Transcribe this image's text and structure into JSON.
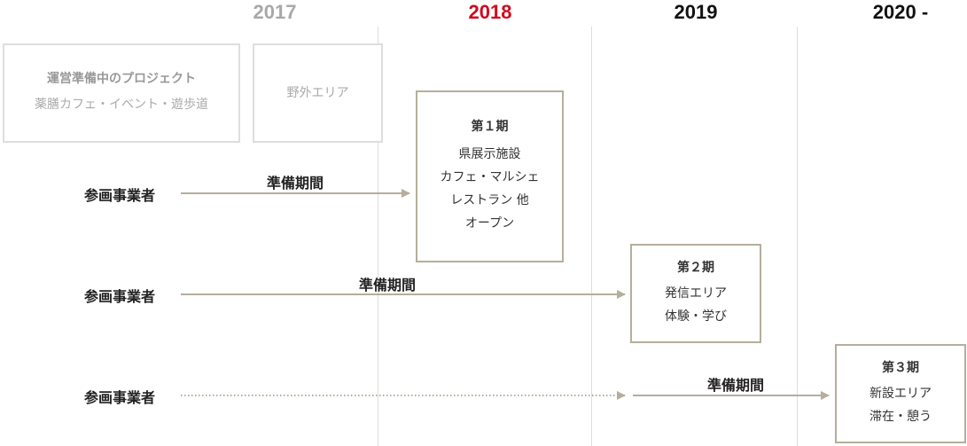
{
  "years": [
    "2017",
    "2018",
    "2019",
    "2020 -"
  ],
  "colors": {
    "year_past": "#a8a8a8",
    "year_current": "#d10a1e",
    "year_future": "#111111",
    "arrow": "#b5ae9c"
  },
  "planned": {
    "title": "運営準備中のプロジェクト",
    "subtitle": "薬膳カフェ・イベント・遊歩道"
  },
  "outdoor": {
    "label": "野外エリア"
  },
  "phases": [
    {
      "title": "第１期",
      "lines": [
        "県展示施設",
        "カフェ・マルシェ",
        "レストラン 他",
        "オープン"
      ]
    },
    {
      "title": "第２期",
      "lines": [
        "発信エリア",
        "体験・学び"
      ]
    },
    {
      "title": "第３期",
      "lines": [
        "新設エリア",
        "滞在・憩う"
      ]
    }
  ],
  "rows": [
    {
      "label": "参画事業者",
      "arrow_label": "準備期間"
    },
    {
      "label": "参画事業者",
      "arrow_label": "準備期間"
    },
    {
      "label": "参画事業者",
      "arrow_label": "準備期間"
    }
  ]
}
